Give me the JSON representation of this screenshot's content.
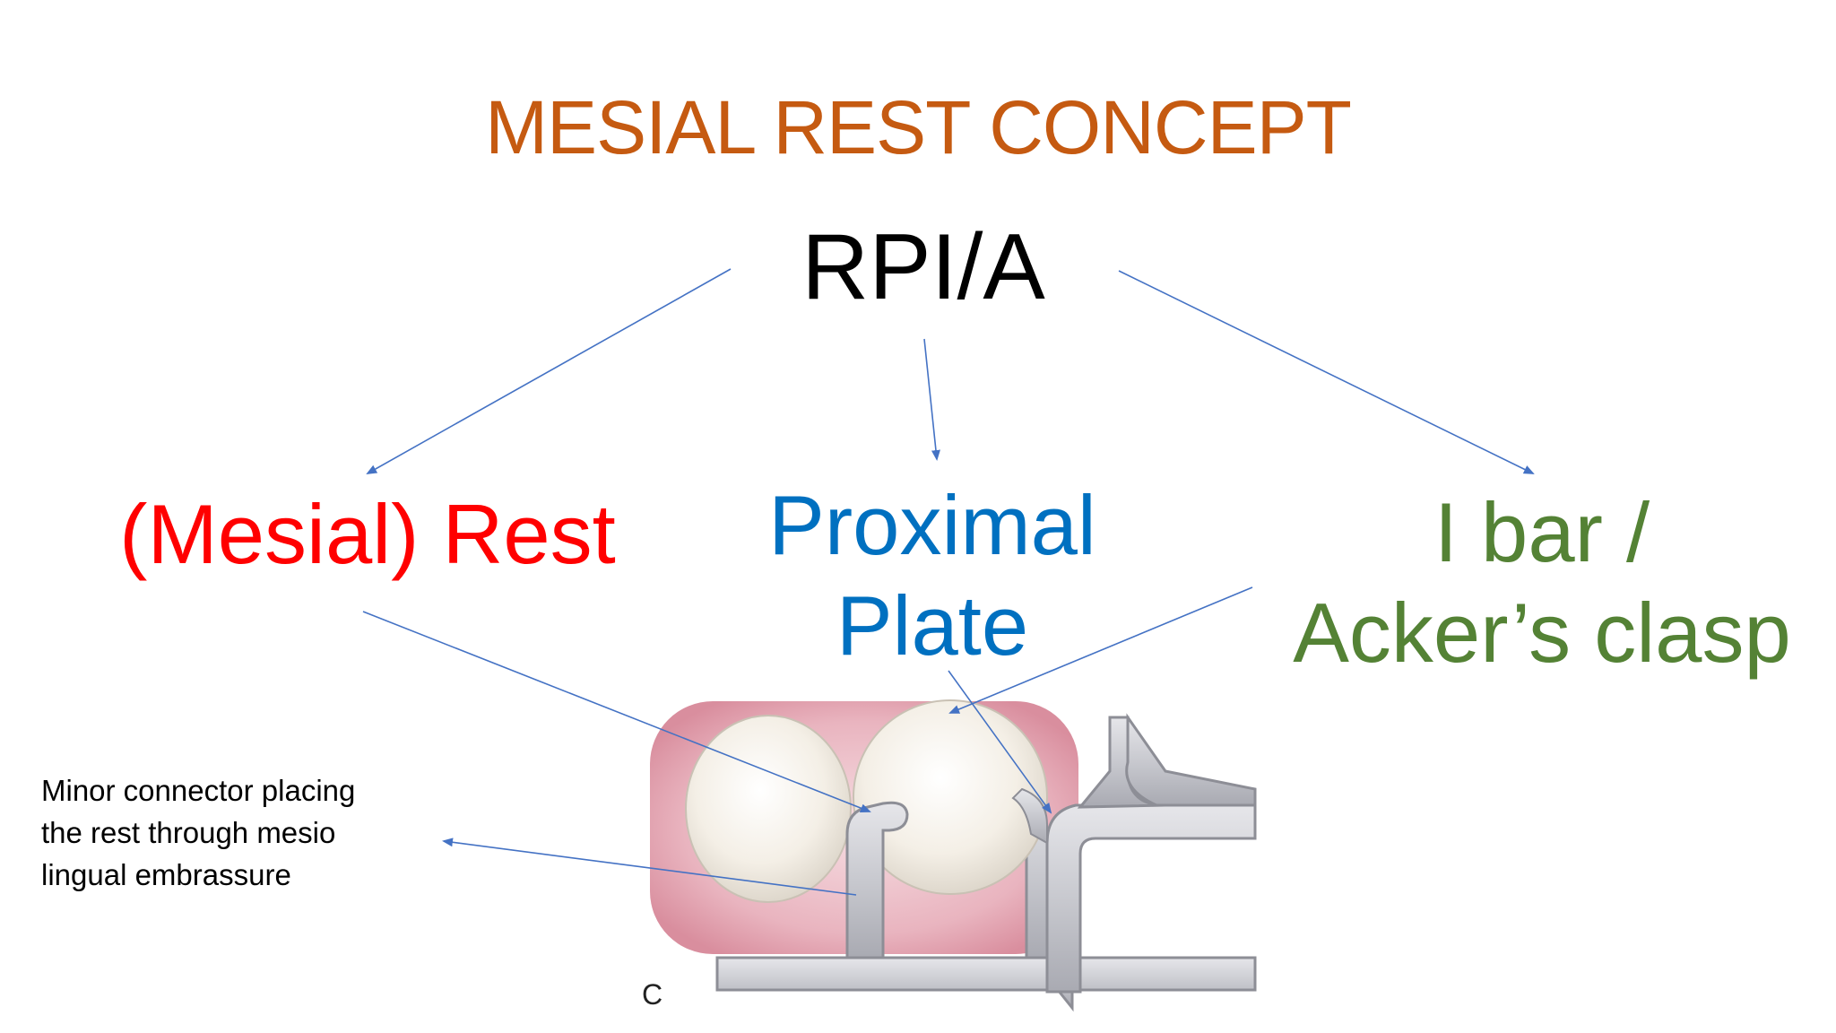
{
  "slide": {
    "title": "MESIAL REST CONCEPT",
    "root_label": "RPI/A",
    "components": [
      {
        "label_lines": [
          "(Mesial) Rest"
        ],
        "color": "#ff0000"
      },
      {
        "label_lines": [
          "Proximal",
          "Plate"
        ],
        "color": "#0070c0"
      },
      {
        "label_lines": [
          "I bar /",
          "Acker’s clasp"
        ],
        "color": "#548235"
      }
    ],
    "note_lines": [
      "Minor connector placing",
      "the rest through mesio",
      "lingual embrassure"
    ],
    "figure_letter": "C",
    "colors": {
      "title": "#c55a11",
      "arrow": "#4472c4"
    },
    "icons": {
      "illustration": "rpd-tooth-illustration"
    }
  }
}
